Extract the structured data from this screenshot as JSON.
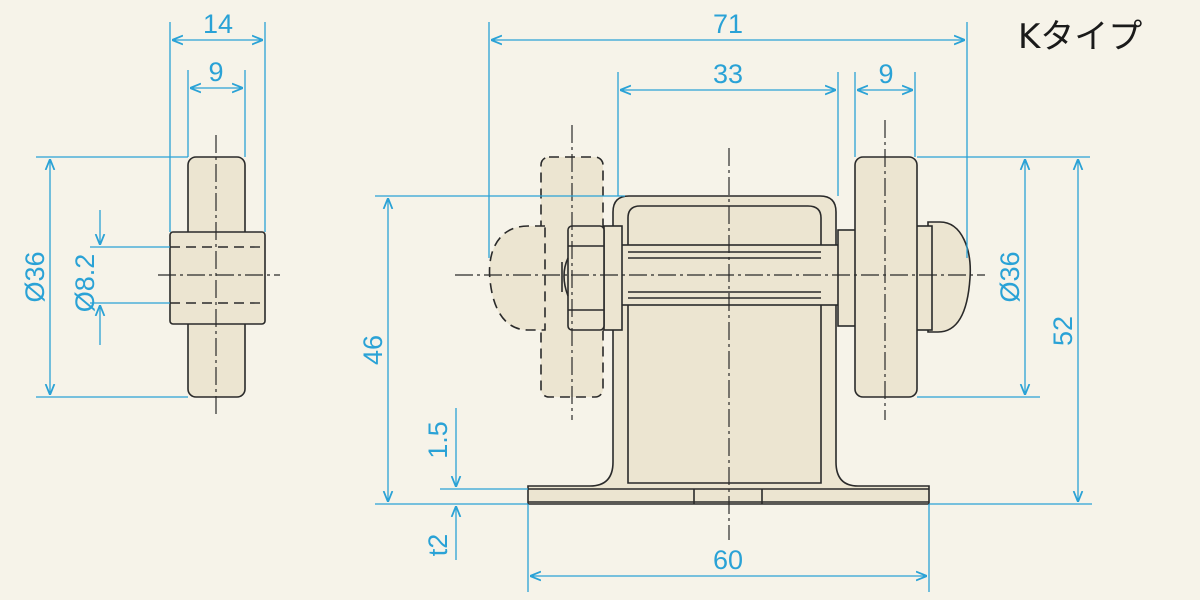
{
  "title": "Kタイプ",
  "dimensions": {
    "side_width": "14",
    "side_wheel_width": "9",
    "side_wheel_dia": "Ø36",
    "side_hole_dia": "Ø8.2",
    "overall_width": "71",
    "inner_width": "33",
    "front_wheel_width": "9",
    "height_axle": "46",
    "base_length": "60",
    "offset_1_5": "1.5",
    "thickness": "t2",
    "front_wheel_dia": "Ø36",
    "overall_height": "52"
  },
  "colors": {
    "background": "#f6f3e9",
    "dimension": "#2aa2d6",
    "outline": "#2a2a2a",
    "part_fill": "#ece5d1"
  }
}
